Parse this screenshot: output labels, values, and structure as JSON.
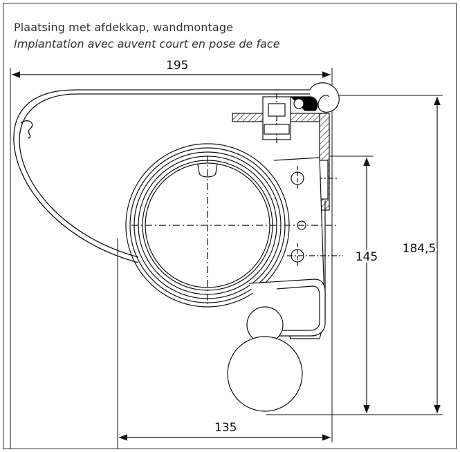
{
  "header": {
    "title": "Plaatsing met afdekkap, wandmontage",
    "subtitle": "Implantation avec auvent court en pose de face"
  },
  "dimensions": {
    "width_total": "195",
    "height_total": "184,5",
    "height_mount": "145",
    "width_bottom": "135"
  },
  "colors": {
    "line": "#111111",
    "hatch": "#333333"
  }
}
